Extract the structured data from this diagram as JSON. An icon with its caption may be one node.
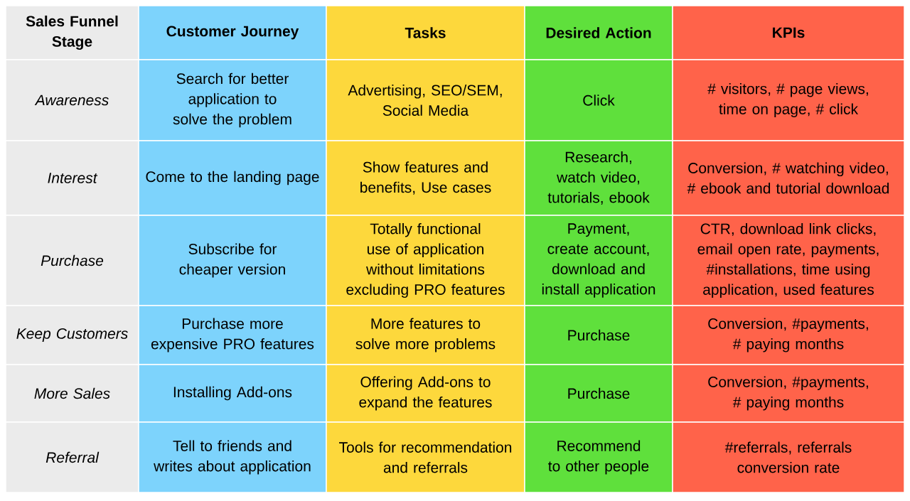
{
  "diagram": {
    "labels": [
      "Sales Funnel Stage",
      "Customer Journey",
      "Tasks",
      "Desired Action",
      "KPIs",
      "Awareness",
      "Search for better application to solve the problem",
      "Advertising, SEO/SEM, Social Media",
      "Click",
      "# visitors, # page views, time on page, # click",
      "Interest",
      "Come to the landing page",
      "Show features and benefits, Use cases",
      "Research, watch video, tutorials, ebook",
      "Conversion, # watching video, # ebook and tutorial download",
      "Purchase",
      "Subscribe for cheaper version",
      "Totally functional use of application without limitations excluding PRO features",
      "Payment, create account, download and install application",
      "CTR, download link clicks, email open rate, payments, #installations, time using application, used features",
      "Keep Customers",
      "Purchase more expensive PRO features",
      "More features to solve more problems",
      "Purchase",
      "Conversion, #payments, # paying months",
      "More Sales",
      "Installing Add-ons",
      "Offering Add-ons to expand the features",
      "Purchase",
      "Conversion, #payments, # paying months",
      "Referral",
      "Tell to friends and writes about application",
      "Tools for recommendation and referrals",
      "Recommend to other people",
      "#referrals, referrals conversion rate"
    ]
  }
}
